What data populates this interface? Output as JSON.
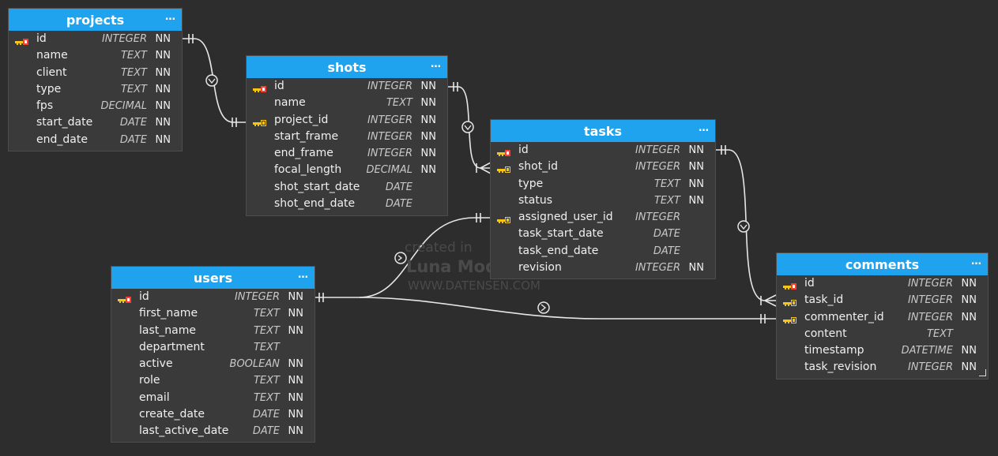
{
  "colors": {
    "background": "#2d2d2d",
    "header": "#1fa3ef",
    "body": "#3a3a3a",
    "connector": "#e6e6e6",
    "primary_key": "#ff3b30",
    "foreign_key": "#f5c518"
  },
  "watermark": {
    "line1": "created in",
    "line2": "Luna Modeler",
    "line3": "WWW.DATENSEN.COM"
  },
  "entities": {
    "projects": {
      "name": "projects",
      "fields": [
        {
          "name": "id",
          "type": "INTEGER",
          "nn": "NN",
          "key": "pk"
        },
        {
          "name": "name",
          "type": "TEXT",
          "nn": "NN",
          "key": ""
        },
        {
          "name": "client",
          "type": "TEXT",
          "nn": "NN",
          "key": ""
        },
        {
          "name": "type",
          "type": "TEXT",
          "nn": "NN",
          "key": ""
        },
        {
          "name": "fps",
          "type": "DECIMAL",
          "nn": "NN",
          "key": ""
        },
        {
          "name": "start_date",
          "type": "DATE",
          "nn": "NN",
          "key": ""
        },
        {
          "name": "end_date",
          "type": "DATE",
          "nn": "NN",
          "key": ""
        }
      ]
    },
    "shots": {
      "name": "shots",
      "fields": [
        {
          "name": "id",
          "type": "INTEGER",
          "nn": "NN",
          "key": "pk"
        },
        {
          "name": "name",
          "type": "TEXT",
          "nn": "NN",
          "key": ""
        },
        {
          "name": "project_id",
          "type": "INTEGER",
          "nn": "NN",
          "key": "fk"
        },
        {
          "name": "start_frame",
          "type": "INTEGER",
          "nn": "NN",
          "key": ""
        },
        {
          "name": "end_frame",
          "type": "INTEGER",
          "nn": "NN",
          "key": ""
        },
        {
          "name": "focal_length",
          "type": "DECIMAL",
          "nn": "NN",
          "key": ""
        },
        {
          "name": "shot_start_date",
          "type": "DATE",
          "nn": "",
          "key": ""
        },
        {
          "name": "shot_end_date",
          "type": "DATE",
          "nn": "",
          "key": ""
        }
      ]
    },
    "tasks": {
      "name": "tasks",
      "fields": [
        {
          "name": "id",
          "type": "INTEGER",
          "nn": "NN",
          "key": "pk"
        },
        {
          "name": "shot_id",
          "type": "INTEGER",
          "nn": "NN",
          "key": "fk"
        },
        {
          "name": "type",
          "type": "TEXT",
          "nn": "NN",
          "key": ""
        },
        {
          "name": "status",
          "type": "TEXT",
          "nn": "NN",
          "key": ""
        },
        {
          "name": "assigned_user_id",
          "type": "INTEGER",
          "nn": "",
          "key": "fk"
        },
        {
          "name": "task_start_date",
          "type": "DATE",
          "nn": "",
          "key": ""
        },
        {
          "name": "task_end_date",
          "type": "DATE",
          "nn": "",
          "key": ""
        },
        {
          "name": "revision",
          "type": "INTEGER",
          "nn": "NN",
          "key": ""
        }
      ]
    },
    "users": {
      "name": "users",
      "fields": [
        {
          "name": "id",
          "type": "INTEGER",
          "nn": "NN",
          "key": "pk"
        },
        {
          "name": "first_name",
          "type": "TEXT",
          "nn": "NN",
          "key": ""
        },
        {
          "name": "last_name",
          "type": "TEXT",
          "nn": "NN",
          "key": ""
        },
        {
          "name": "department",
          "type": "TEXT",
          "nn": "",
          "key": ""
        },
        {
          "name": "active",
          "type": "BOOLEAN",
          "nn": "NN",
          "key": ""
        },
        {
          "name": "role",
          "type": "TEXT",
          "nn": "NN",
          "key": ""
        },
        {
          "name": "email",
          "type": "TEXT",
          "nn": "NN",
          "key": ""
        },
        {
          "name": "create_date",
          "type": "DATE",
          "nn": "NN",
          "key": ""
        },
        {
          "name": "last_active_date",
          "type": "DATE",
          "nn": "NN",
          "key": ""
        }
      ]
    },
    "comments": {
      "name": "comments",
      "fields": [
        {
          "name": "id",
          "type": "INTEGER",
          "nn": "NN",
          "key": "pk"
        },
        {
          "name": "task_id",
          "type": "INTEGER",
          "nn": "NN",
          "key": "fk"
        },
        {
          "name": "commenter_id",
          "type": "INTEGER",
          "nn": "NN",
          "key": "fk"
        },
        {
          "name": "content",
          "type": "TEXT",
          "nn": "",
          "key": ""
        },
        {
          "name": "timestamp",
          "type": "DATETIME",
          "nn": "NN",
          "key": ""
        },
        {
          "name": "task_revision",
          "type": "INTEGER",
          "nn": "NN",
          "key": ""
        }
      ]
    }
  },
  "relationships": [
    {
      "from": "projects.id",
      "to": "shots.project_id",
      "cardinality": "one-to-one"
    },
    {
      "from": "shots.id",
      "to": "tasks.shot_id",
      "cardinality": "one-to-many"
    },
    {
      "from": "tasks.id",
      "to": "comments.task_id",
      "cardinality": "one-to-many"
    },
    {
      "from": "users.id",
      "to": "tasks.assigned_user_id",
      "cardinality": "one-to-one"
    },
    {
      "from": "users.id",
      "to": "comments.commenter_id",
      "cardinality": "one-to-one"
    }
  ]
}
